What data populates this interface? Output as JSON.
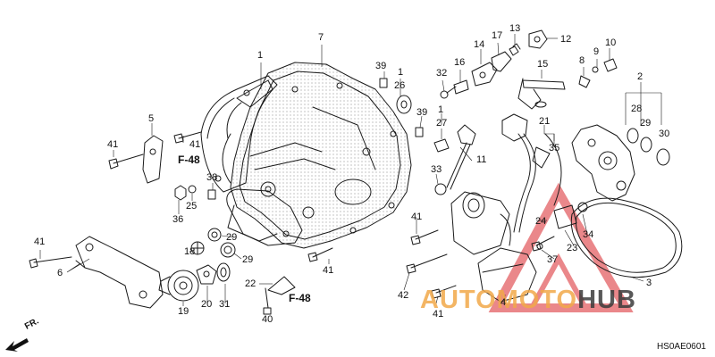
{
  "diagram": {
    "drawing_code": "HS0AE0601",
    "direction_label": "FR.",
    "reference_labels": [
      "F-48",
      "F-48"
    ],
    "watermark": {
      "left": "AUTOMOTO",
      "right": "HUB"
    },
    "callouts": [
      "1",
      "7",
      "39",
      "1",
      "26",
      "32",
      "16",
      "14",
      "17",
      "13",
      "12",
      "8",
      "9",
      "10",
      "2",
      "5",
      "15",
      "39",
      "27",
      "1",
      "28",
      "29",
      "30",
      "41",
      "41",
      "21",
      "35",
      "38",
      "11",
      "33",
      "25",
      "36",
      "24",
      "41",
      "23",
      "34",
      "41",
      "6",
      "18",
      "29",
      "29",
      "37",
      "3",
      "22",
      "20",
      "31",
      "41",
      "19",
      "40",
      "42",
      "41",
      "4"
    ],
    "colors": {
      "line": "#1a1a1a",
      "watermark_orange": "#f2a94a",
      "watermark_red": "#d9262c",
      "watermark_dark": "#3b3b3b"
    }
  }
}
